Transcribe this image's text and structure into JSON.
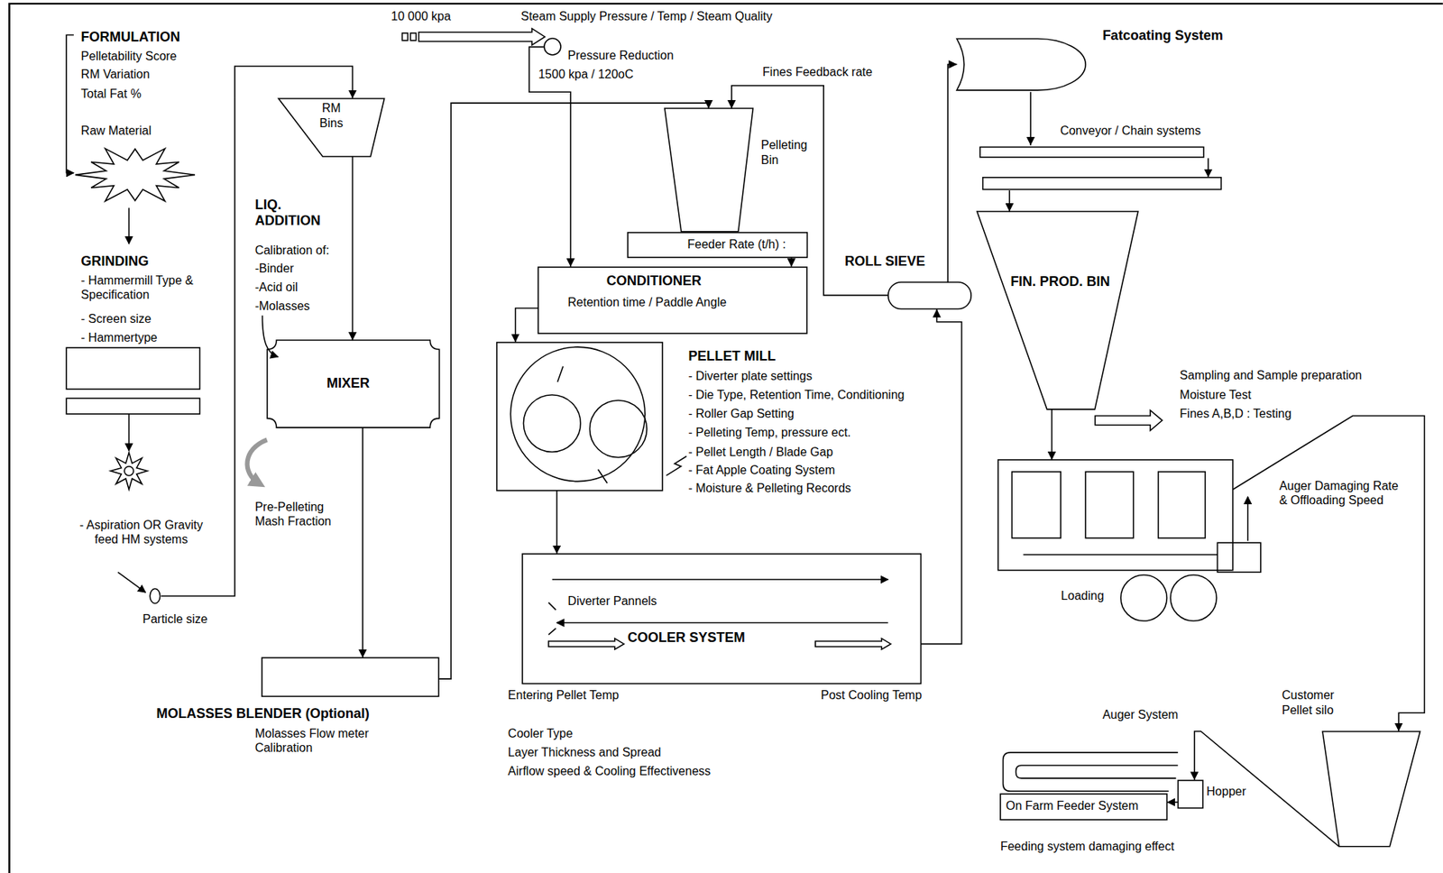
{
  "diagram": {
    "nodes": [
      {
        "text": [
          "Raw Material"
        ]
      },
      {
        "text": [
          "Particle size"
        ]
      },
      {
        "text": [
          "RM Bins"
        ]
      },
      {
        "text": [
          "MIXER"
        ]
      },
      {
        "text": [
          "MOLASSES BLENDER (Optional)",
          "Molasses Flow meter Calibration"
        ]
      },
      {
        "text": [
          "Pressure Reduction",
          "1500 kpa / 120oC"
        ]
      },
      {
        "text": [
          "Pelleting Bin"
        ]
      },
      {
        "text": [
          "Feeder Rate (t/h) :"
        ]
      },
      {
        "text": [
          "CONDITIONER",
          "Retention time / Paddle Angle"
        ]
      },
      {
        "text": [
          "PELLET MILL",
          "- Diverter plate settings",
          "- Die Type, Retention Time, Conditioning",
          "- Roller Gap Setting",
          "- Pelleting Temp, pressure ect.",
          "- Pellet Length / Blade Gap",
          "- Fat Apple Coating System",
          "- Moisture & Pelleting Records"
        ]
      },
      {
        "text": [
          "Diverter Pannels",
          "COOLER SYSTEM"
        ]
      },
      {
        "text": [
          "ROLL SIEVE"
        ]
      },
      {
        "text": [
          "Fatcoating System"
        ]
      },
      {
        "text": [
          "Conveyor / Chain systems"
        ]
      },
      {
        "text": [
          "FIN. PROD. BIN"
        ]
      },
      {
        "text": [
          "Loading"
        ]
      },
      {
        "text": [
          "Customer Pellet silo"
        ]
      },
      {
        "text": [
          "Hopper"
        ]
      },
      {
        "text": [
          "On Farm Feeder System"
        ]
      }
    ],
    "edges": [
      {
        "from": 1,
        "to": 2,
        "arrow": "to"
      },
      {
        "from": 2,
        "to": 3,
        "arrow": "to"
      },
      {
        "from": 3,
        "to": 4,
        "arrow": "to"
      },
      {
        "from": 4,
        "to": 6,
        "arrow": "to"
      },
      {
        "from": 11,
        "to": 6,
        "label": "Fines Feedback rate",
        "arrow": "to"
      },
      {
        "from": 7,
        "to": 8,
        "arrow": "to"
      },
      {
        "from": 5,
        "to": 8,
        "arrow": "to"
      },
      {
        "from": 8,
        "to": 9,
        "arrow": "to"
      },
      {
        "from": 9,
        "to": 10,
        "arrow": "to"
      },
      {
        "from": 10,
        "to": 11,
        "arrow": "to"
      },
      {
        "from": 11,
        "to": 12,
        "arrow": "to"
      },
      {
        "from": 12,
        "to": 13,
        "arrow": "to"
      },
      {
        "from": 13,
        "to": 14,
        "arrow": "to"
      },
      {
        "from": 14,
        "to": 15,
        "arrow": "to"
      },
      {
        "from": 15,
        "to": 16,
        "arrow": "to"
      },
      {
        "from": 16,
        "to": 17,
        "arrow": "to"
      },
      {
        "from": 17,
        "to": 18,
        "arrow": "to"
      }
    ],
    "labels": [
      "FORMULATION",
      "Pelletability Score",
      "RM Variation",
      "Total Fat %",
      "GRINDING",
      "- Hammermill Type & Specification",
      "- Screen size",
      "- Hammertype",
      "- Aspiration OR Gravity feed HM systems",
      "LIQ. ADDITION",
      "Calibration of:",
      "-Binder",
      "-Acid oil",
      "-Molasses",
      "Pre-Pelleting Mash Fraction",
      "10 000 kpa",
      "Steam Supply Pressure / Temp / Steam Quality",
      "Entering Pellet Temp",
      "Post Cooling Temp",
      "Cooler Type",
      "Layer Thickness and Spread",
      "Airflow speed & Cooling Effectiveness",
      "Sampling and Sample preparation",
      "Moisture Test",
      "Fines A,B,D : Testing",
      "Auger Damaging Rate & Offloading Speed",
      "Auger System",
      "Feeding system damaging effect"
    ]
  }
}
